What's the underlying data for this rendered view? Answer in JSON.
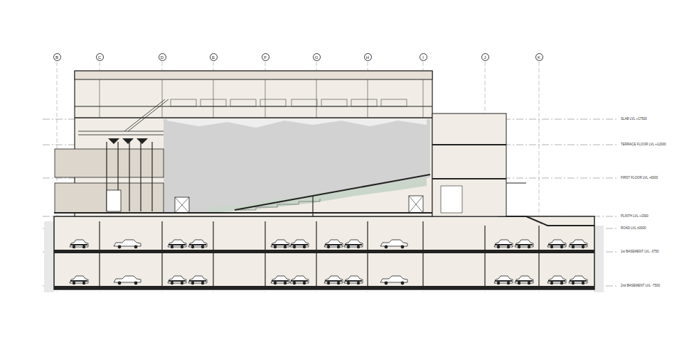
{
  "diagram": {
    "nodes": [
      {
        "text": [
          "B"
        ]
      },
      {
        "text": [
          "C"
        ]
      },
      {
        "text": [
          "D"
        ]
      },
      {
        "text": [
          "E"
        ]
      },
      {
        "text": [
          "F"
        ]
      },
      {
        "text": [
          "G"
        ]
      },
      {
        "text": [
          "H"
        ]
      },
      {
        "text": [
          "I"
        ]
      },
      {
        "text": [
          "J"
        ]
      },
      {
        "text": [
          "K"
        ]
      }
    ],
    "labels": [
      "SLAB LVL +17500",
      "TERRACE FLOOR LVL +12000",
      "FIRST FLOOR LVL +6000",
      "PLINTH LVL +1500",
      "ROAD LVL ±0000",
      "1st BASEMENT LVL -3750",
      "2nd BASEMENT LVL -7500"
    ]
  }
}
